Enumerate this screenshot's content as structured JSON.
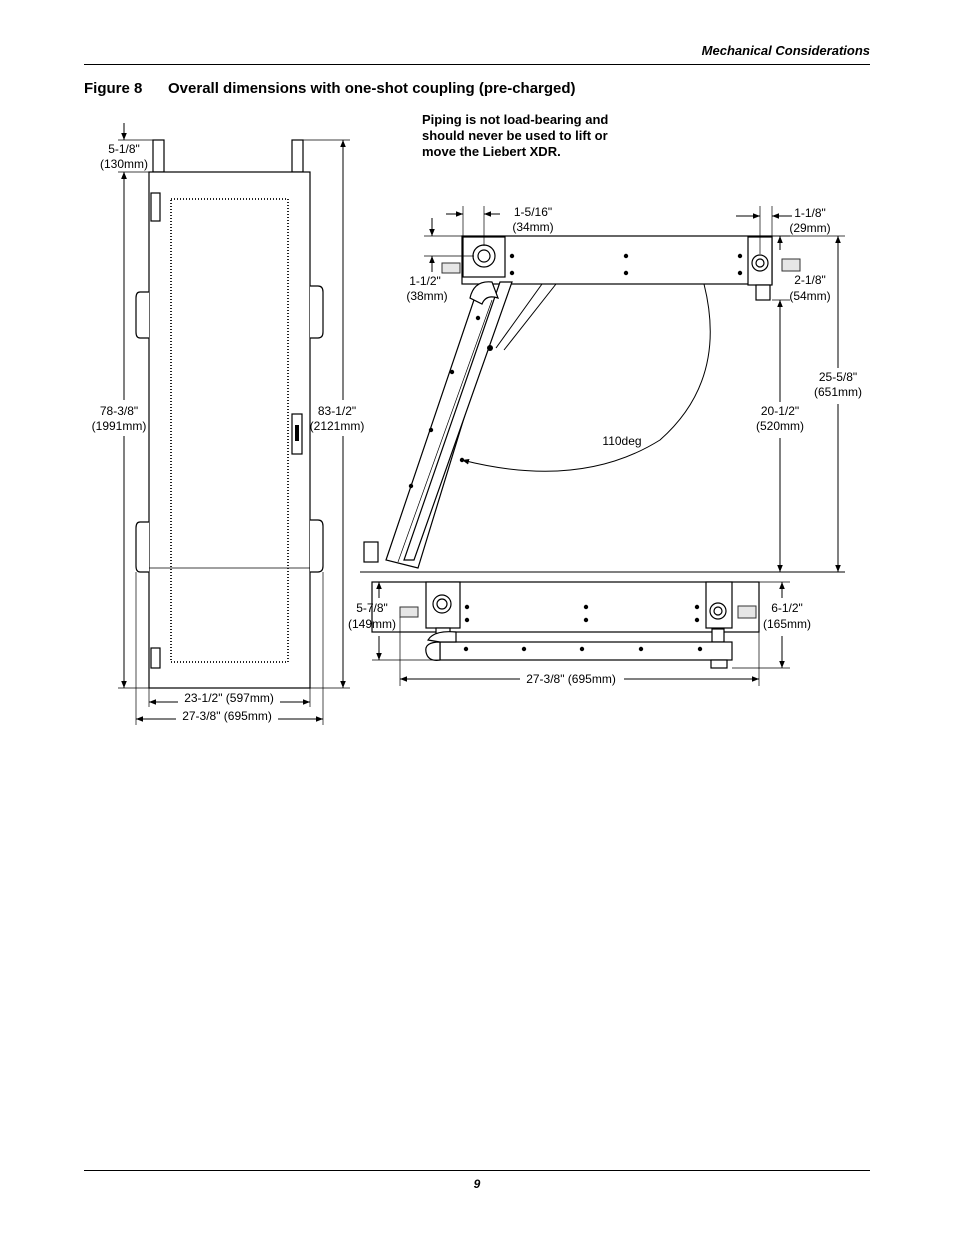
{
  "header": {
    "section": "Mechanical Considerations"
  },
  "figure": {
    "label": "Figure 8",
    "title": "Overall dimensions with one-shot coupling (pre-charged)"
  },
  "note": {
    "line1": "Piping is not load-bearing and",
    "line2": "should never be used to lift or",
    "line3": "move the Liebert XDR."
  },
  "front_view": {
    "dim_top_in": "5-1/8\"",
    "dim_top_mm": "(130mm)",
    "dim_height_in": "78-3/8\"",
    "dim_height_mm": "(1991mm)",
    "dim_total_in": "83-1/2\"",
    "dim_total_mm": "(2121mm)",
    "dim_inner_width": "23-1/2\" (597mm)",
    "dim_outer_width": "27-3/8\" (695mm)"
  },
  "top_view": {
    "dim_a_in": "1-5/16\"",
    "dim_a_mm": "(34mm)",
    "dim_b_in": "1-1/8\"",
    "dim_b_mm": "(29mm)",
    "dim_c_in": "1-1/2\"",
    "dim_c_mm": "(38mm)",
    "dim_d_in": "2-1/8\"",
    "dim_d_mm": "(54mm)",
    "dim_e_in": "25-5/8\"",
    "dim_e_mm": "(651mm)",
    "dim_f_in": "20-1/2\"",
    "dim_f_mm": "(520mm)",
    "angle": "110deg"
  },
  "closed_view": {
    "dim_left_in": "5-7/8\"",
    "dim_left_mm": "(149mm)",
    "dim_right_in": "6-1/2\"",
    "dim_right_mm": "(165mm)",
    "dim_width": "27-3/8\" (695mm)"
  },
  "page_number": "9"
}
